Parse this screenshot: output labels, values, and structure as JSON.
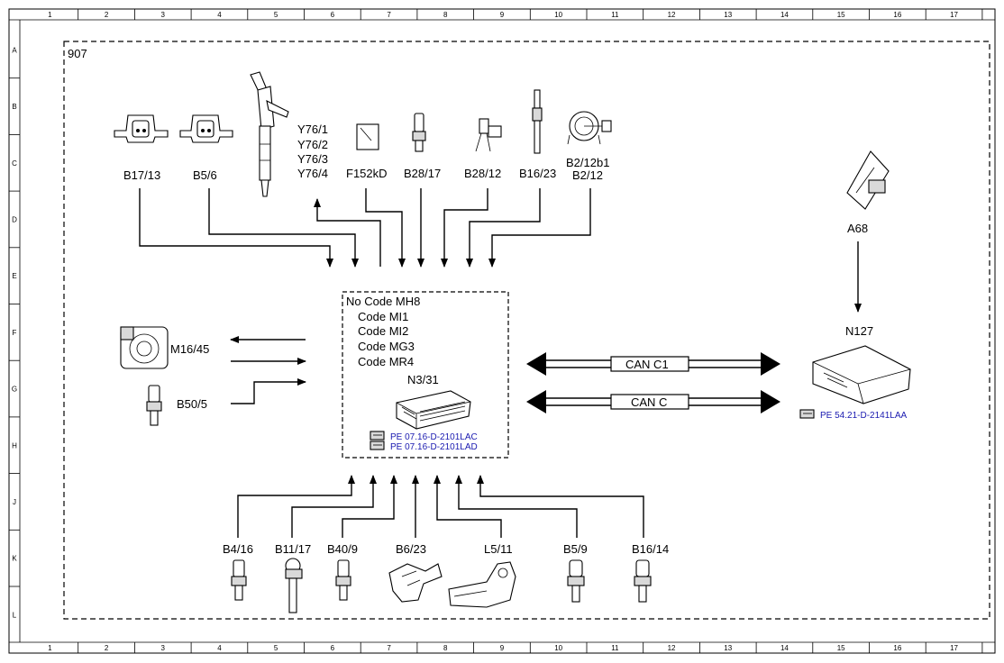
{
  "grid": {
    "columns": [
      "1",
      "2",
      "3",
      "4",
      "5",
      "6",
      "7",
      "8",
      "9",
      "10",
      "11",
      "12",
      "13",
      "14",
      "15",
      "16",
      "17"
    ],
    "rows": [
      "A",
      "B",
      "C",
      "D",
      "E",
      "F",
      "G",
      "H",
      "J",
      "K",
      "L"
    ]
  },
  "frame_label": "907",
  "control_unit": {
    "codes": [
      "No Code MH8",
      "Code MI1",
      "Code MI2",
      "Code MG3",
      "Code MR4"
    ],
    "name": "N3/31",
    "refs": [
      "PE 07.16-D-2101LAC",
      "PE 07.16-D-2101LAD"
    ]
  },
  "top_components": {
    "b17_13": "B17/13",
    "b5_6": "B5/6",
    "y76": [
      "Y76/1",
      "Y76/2",
      "Y76/3",
      "Y76/4"
    ],
    "f152kd": "F152kD",
    "b28_17": "B28/17",
    "b28_12": "B28/12",
    "b16_23": "B16/23",
    "b2": [
      "B2/12b1",
      "B2/12"
    ]
  },
  "left_components": {
    "m16_45": "M16/45",
    "b50_5": "B50/5"
  },
  "bottom_components": [
    "B4/16",
    "B11/17",
    "B40/9",
    "B6/23",
    "L5/11",
    "B5/9",
    "B16/14"
  ],
  "right": {
    "a68": "A68",
    "n127": "N127",
    "n127_ref": "PE 54.21-D-2141LAA",
    "can_c1": "CAN C1",
    "can_c": "CAN C"
  },
  "colors": {
    "line": "#000000",
    "reference_link": "#1a1ab0",
    "part_fill": "#d9d9d9"
  }
}
